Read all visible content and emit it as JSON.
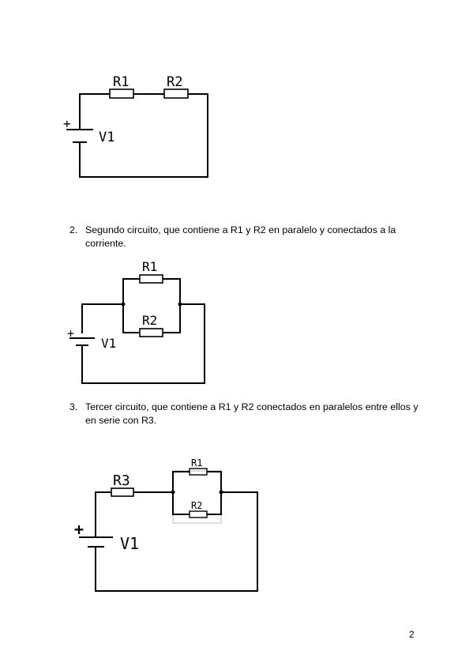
{
  "circuit1": {
    "labels": {
      "r1": "R1",
      "r2": "R2",
      "v1": "V1",
      "plus": "+"
    }
  },
  "items": [
    {
      "number": "2.",
      "text": "Segundo circuito, que contiene a R1 y R2 en paralelo y conectados a la corriente."
    },
    {
      "number": "3.",
      "text": "Tercer circuito, que contiene a R1 y R2 conectados en paralelos entre ellos y en serie con R3."
    }
  ],
  "circuit2": {
    "labels": {
      "r1": "R1",
      "r2": "R2",
      "v1": "V1",
      "plus": "+"
    }
  },
  "circuit3": {
    "labels": {
      "r1": "R1",
      "r2": "R2",
      "r3": "R3",
      "v1": "V1",
      "plus": "+"
    }
  },
  "page_number": "2"
}
